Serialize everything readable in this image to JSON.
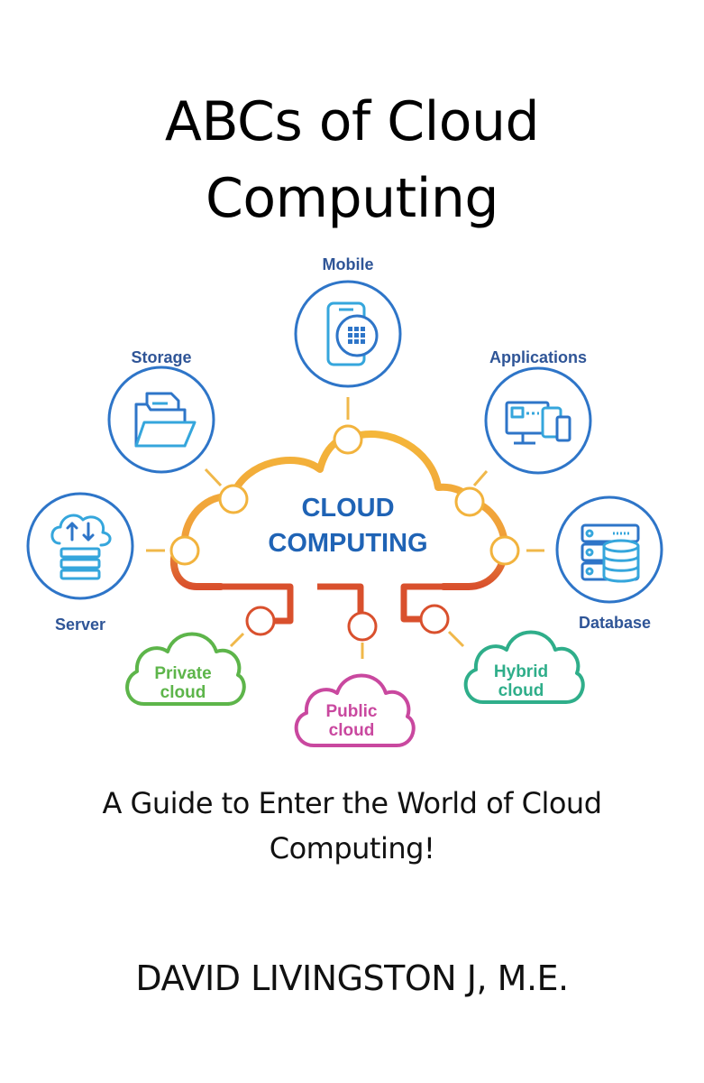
{
  "cover": {
    "title_line1": "ABCs of Cloud",
    "title_line2": "Computing",
    "subtitle_line1": "A Guide to Enter the World of Cloud",
    "subtitle_line2": "Computing!",
    "author": "DAVID LIVINGSTON J, M.E."
  },
  "diagram": {
    "center_line1": "CLOUD",
    "center_line2": "COMPUTING",
    "nodes": {
      "mobile": "Mobile",
      "storage": "Storage",
      "applications": "Applications",
      "server": "Server",
      "database": "Database"
    },
    "clouds": {
      "private_l1": "Private",
      "private_l2": "cloud",
      "public_l1": "Public",
      "public_l2": "cloud",
      "hybrid_l1": "Hybrid",
      "hybrid_l2": "cloud"
    },
    "colors": {
      "cloud_outline_top": "#f4b63a",
      "cloud_outline_bottom": "#d9502d",
      "icon_blue": "#2e75c8",
      "icon_light_blue": "#35a6dc",
      "label_blue": "#2f5597",
      "private_green": "#5db54a",
      "public_magenta": "#c9489f",
      "hybrid_teal": "#2fae8a"
    }
  }
}
